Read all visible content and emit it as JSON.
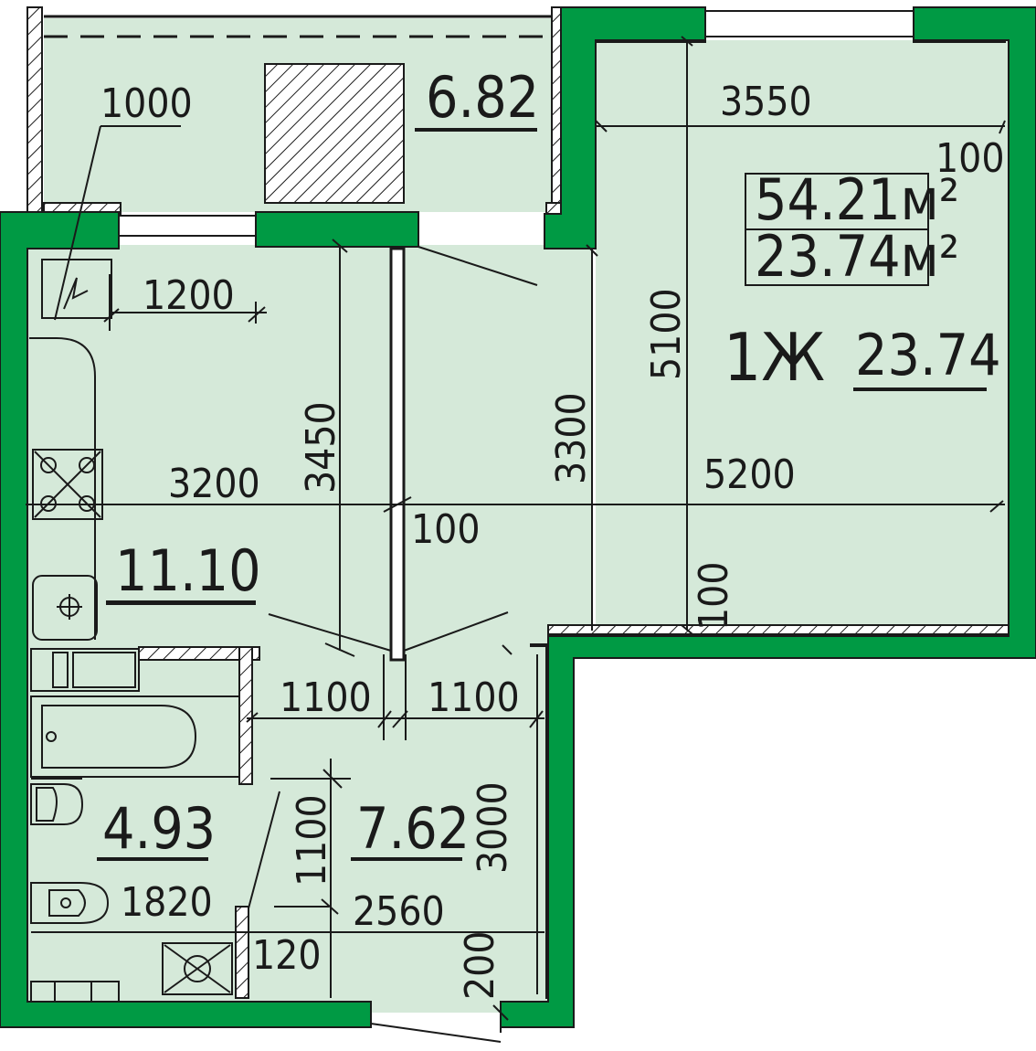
{
  "plan": {
    "total_area": "54.21м²",
    "living_area": "23.74м²",
    "room_code": "1Ж",
    "rooms": {
      "living_room": "23.74",
      "kitchen": "11.10",
      "balcony": "6.82",
      "hall": "7.62",
      "bathroom": "4.93"
    },
    "dims": {
      "balcony_width": "1000",
      "room_width_top": "3550",
      "room_offset": "100",
      "room_height": "5100",
      "room_width": "5200",
      "room_offset_bottom": "100",
      "room_depth": "3300",
      "kitchen_niche": "1200",
      "kitchen_depth": "3450",
      "kitchen_width": "3200",
      "partition": "100",
      "hall_left": "1100",
      "hall_right": "1100",
      "hall_height": "3000",
      "hall_inner": "1100",
      "bath_width": "1820",
      "hall_width": "2560",
      "wall_thickness": "120",
      "door_offset": "200"
    }
  }
}
